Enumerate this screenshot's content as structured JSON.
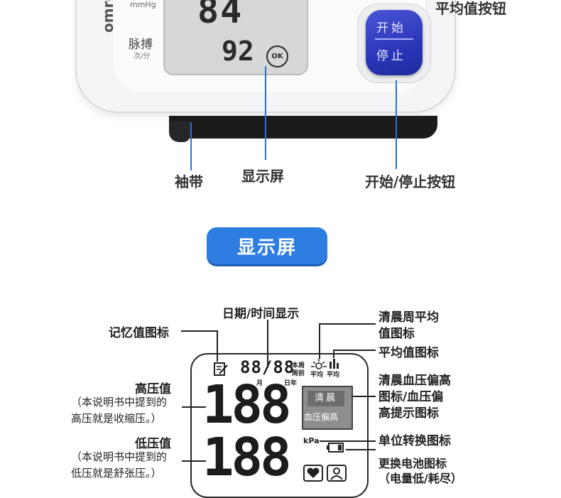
{
  "device": {
    "brand": "omron",
    "unit": "mmHg",
    "pulse_label": "脉搏",
    "pulse_unit": "次/分",
    "lcd_top_value": "84",
    "lcd_pulse_value": "92",
    "ok_badge": "OK",
    "button_line1": "开始",
    "button_line2": "停止"
  },
  "callouts": {
    "average_button": "平均值按钮",
    "cuff": "袖带",
    "display": "显示屏",
    "start_stop_button": "开始/停止按钮"
  },
  "section_title": "显示屏",
  "diagram": {
    "date_time_label": "日期/时间显示",
    "morning_week_avg_label_1": "清晨周平均",
    "morning_week_avg_label_2": "值图标",
    "memory_icon_label": "记忆值图标",
    "average_icon_label": "平均值图标",
    "systolic_label": "高压值",
    "systolic_note_1": "（本说明书中提到的",
    "systolic_note_2": "高压就是收缩压。）",
    "morning_hypertension_1": "清晨血压偏高",
    "morning_hypertension_2": "图标/血压偏",
    "morning_hypertension_3": "高提示图标",
    "diastolic_label": "低压值",
    "diastolic_note_1": "（本说明书中提到的",
    "diastolic_note_2": "低压就是舒张压。）",
    "unit_switch_label": "单位转换图标",
    "battery_label_1": "更换电池图标",
    "battery_label_2": "（电量低/耗尽）",
    "lcd_date": "88/88",
    "lcd_month": "月",
    "lcd_day": "日年",
    "lcd_week_1": "本周",
    "lcd_week_2": "周前",
    "lcd_avg_1": "平均",
    "lcd_avg_2": "平均",
    "lcd_big_digits": "188",
    "lcd_kpa": "kPa",
    "gray_icon_top": "清晨",
    "gray_icon_bottom": "血压偏高"
  },
  "colors": {
    "accent_blue": "#2e7de2",
    "button_blue": "#2b36b8",
    "pointer_blue": "#2e6fd6"
  }
}
